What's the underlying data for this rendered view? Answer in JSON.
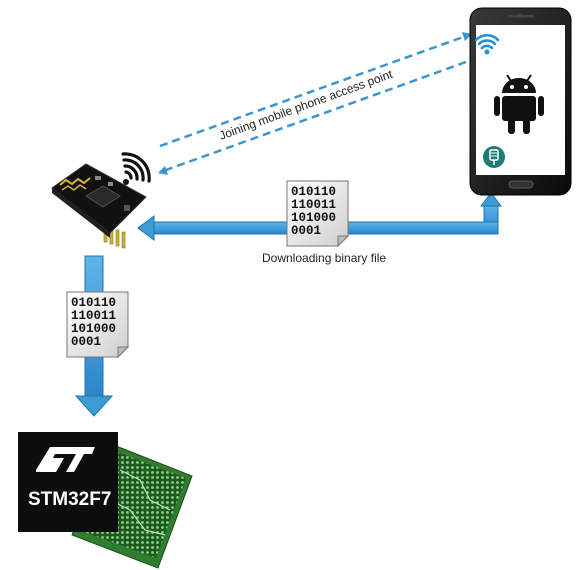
{
  "labels": {
    "joining": "Joining mobile phone access point",
    "downloading": "Downloading binary file"
  },
  "binary_file": {
    "lines": [
      "010110",
      "110011",
      "101000",
      "0001"
    ]
  },
  "chip": {
    "name": "STM32F7",
    "logo": "ST"
  },
  "icons": {
    "wifi_module": "esp8266-wifi-module-icon",
    "phone": "smartphone-icon",
    "android": "android-robot-icon",
    "microcontroller": "stm32-chip-icon"
  },
  "colors": {
    "arrow": "#3d9bd6",
    "arrow_dark": "#2272b0",
    "dashed": "#3a96d2",
    "chip_black": "#0d0d0d",
    "pcb_green": "#2f7d2f",
    "app_teal": "#1b7c78"
  }
}
